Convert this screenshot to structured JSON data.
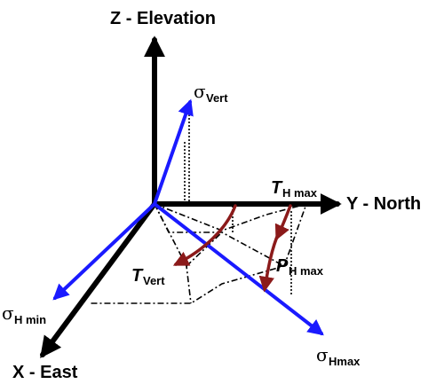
{
  "axes": {
    "z_label": "Z - Elevation",
    "y_label": "Y - North",
    "x_label": "X - East"
  },
  "vectors": {
    "sigma_vert": {
      "symbol": "σ",
      "sub": "Vert"
    },
    "sigma_hmin": {
      "symbol": "σ",
      "sub": "H min"
    },
    "sigma_hmax": {
      "symbol": "σ",
      "sub": "Hmax"
    }
  },
  "arcs": {
    "t_hmax": {
      "symbol": "T",
      "sub": "H max"
    },
    "t_vert": {
      "symbol": "T",
      "sub": "Vert"
    },
    "p_hmax": {
      "symbol": "P",
      "sub": "H max"
    }
  },
  "colors": {
    "axis": "#000000",
    "stress_vector": "#1a1aff",
    "arc": "#8b1a1a",
    "dashed": "#000000",
    "background": "#ffffff"
  }
}
